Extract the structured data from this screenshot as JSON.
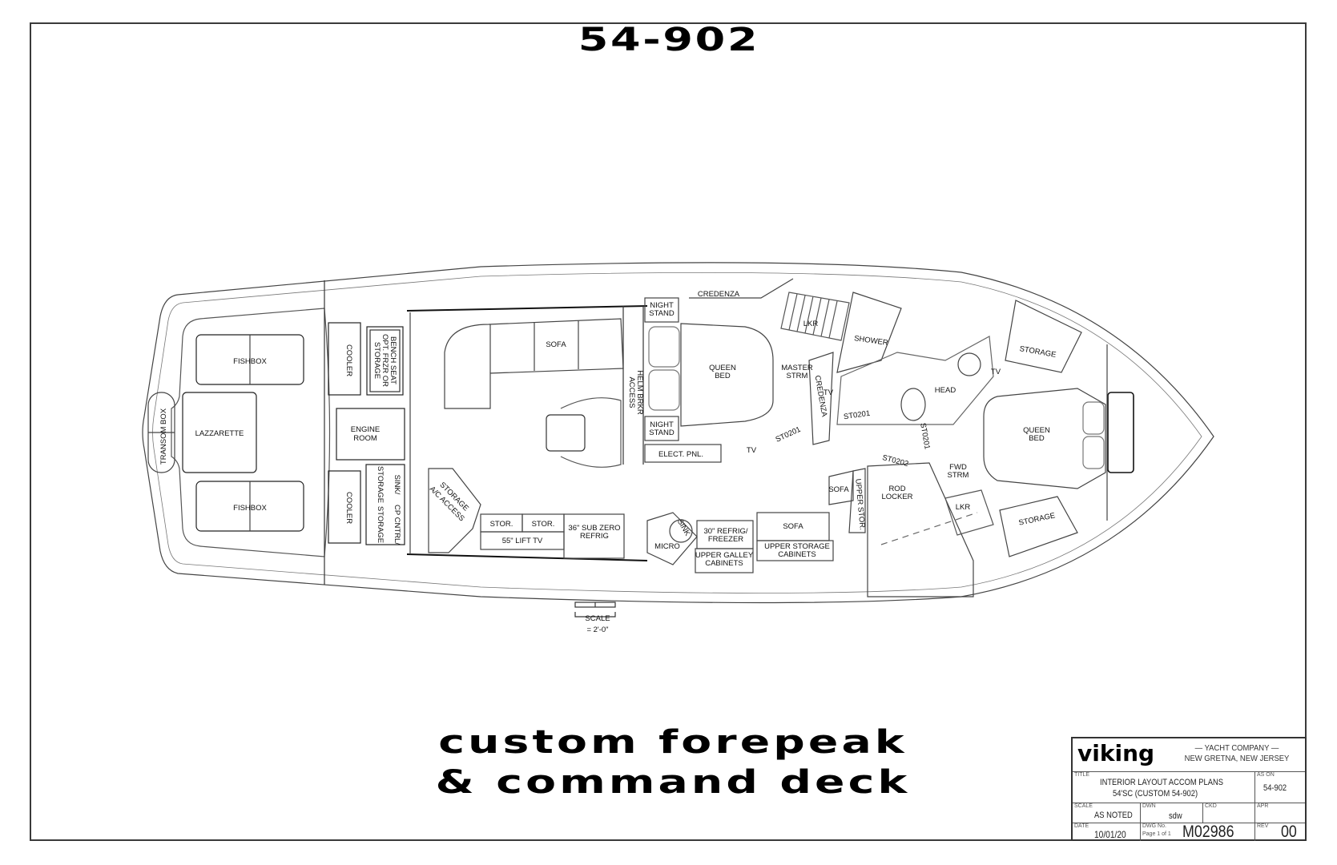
{
  "sheet": {
    "drawing_number": "54-902",
    "caption_line1": "custom forepeak",
    "caption_line2": "& command deck",
    "scale_bar": {
      "label": "SCALE",
      "value": "= 2'-0\""
    }
  },
  "plan": {
    "stern": {
      "transom_box": "TRANSOM BOX",
      "fishbox_port": "FISHBOX",
      "fishbox_stbd": "FISHBOX",
      "lazzarette": "LAZZARETTE",
      "cooler_port": "COOLER",
      "cooler_stbd": "COOLER",
      "engine_room_l1": "ENGINE",
      "engine_room_l2": "ROOM",
      "bench_l1": "BENCH SEAT",
      "bench_l2": "OPT. FRZR OR",
      "bench_l3": "STORAGE",
      "sink_l1": "SINK/",
      "sink_l2": "STORAGE",
      "cp_l1": "CP CNTRL/",
      "cp_l2": "STORAGE"
    },
    "salon": {
      "sofa": "SOFA",
      "helm_l1": "HELM BRKR",
      "helm_l2": "ACCESS",
      "storage_ac_l1": "STORAGE",
      "storage_ac_l2": "A/C ACCESS",
      "stor1": "STOR.",
      "stor2": "STOR.",
      "lift_tv": "55\" LIFT TV",
      "subzero_l1": "36\" SUB ZERO",
      "subzero_l2": "REFRIG"
    },
    "master": {
      "night_stand_top_l1": "NIGHT",
      "night_stand_top_l2": "STAND",
      "night_stand_bot_l1": "NIGHT",
      "night_stand_bot_l2": "STAND",
      "credenza_top": "CREDENZA",
      "queen_bed_l1": "QUEEN",
      "queen_bed_l2": "BED",
      "master_strm_l1": "MASTER",
      "master_strm_l2": "STRM",
      "credenza_side": "CREDENZA",
      "tv_side": "TV",
      "lkr": "LKR",
      "elect_pnl": "ELECT. PNL.",
      "tv_bottom": "TV",
      "st0201_a": "ST0201",
      "st0201_b": "ST0201"
    },
    "galley": {
      "micro": "MICRO",
      "sink": "SINK",
      "refrig_l1": "30\" REFRIG/",
      "refrig_l2": "FREEZER",
      "upper_galley_l1": "UPPER GALLEY",
      "upper_galley_l2": "CABINETS",
      "sofa": "SOFA",
      "upper_storage_l1": "UPPER STORAGE",
      "upper_storage_l2": "CABINETS",
      "sofa_small": "SOFA",
      "upper_stor": "UPPER STOR."
    },
    "forward": {
      "shower": "SHOWER",
      "head": "HEAD",
      "tv": "TV",
      "storage_top": "STORAGE",
      "storage_bot": "STORAGE",
      "queen_bed_l1": "QUEEN",
      "queen_bed_l2": "BED",
      "fwd_strm_l1": "FWD",
      "fwd_strm_l2": "STRM",
      "rod_locker_l1": "ROD",
      "rod_locker_l2": "LOCKER",
      "lkr": "LKR",
      "st0201": "ST0201",
      "st0202": "ST0202",
      "st0201_v": "ST0201"
    }
  },
  "title_block": {
    "brand": "viking",
    "company_l1": "— YACHT COMPANY —",
    "company_l2": "NEW GRETNA, NEW JERSEY",
    "title_label": "TITLE",
    "title_l1": "INTERIOR LAYOUT ACCOM PLANS",
    "title_l2": "54'SC (CUSTOM 54-902)",
    "as_on_label": "AS ON",
    "as_on_value": "54-902",
    "scale_label": "SCALE",
    "scale_value": "AS NOTED",
    "dwn_label": "DWN",
    "dwn_value": "sdw",
    "ckd_label": "CKD",
    "ckd_value": "",
    "apr_label": "APR",
    "apr_value": "",
    "date_label": "DATE",
    "date_value": "10/01/20",
    "dwg_label": "DWG No.",
    "dwg_page": "Page 1 of 1",
    "dwg_value": "M02986",
    "rev_label": "REV",
    "rev_value": "00"
  }
}
